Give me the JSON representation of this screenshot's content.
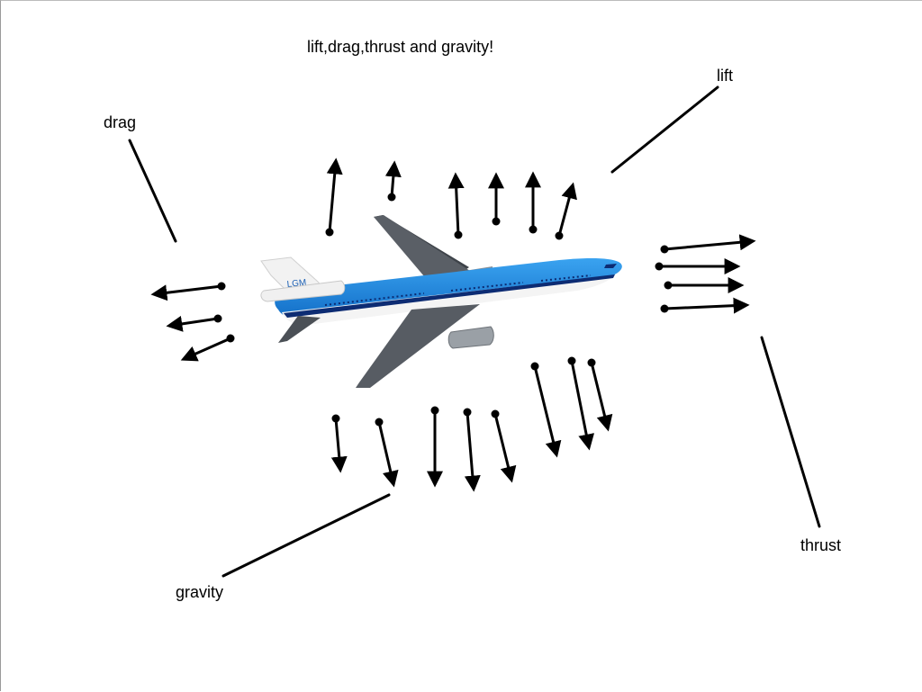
{
  "title": "lift,drag,thrust and gravity!",
  "labels": {
    "lift": "lift",
    "drag": "drag",
    "thrust": "thrust",
    "gravity": "gravity"
  },
  "airplane": {
    "tail_text": "LGM",
    "fuselage_color": "#1a84de",
    "fuselage_dark": "#0d2c73",
    "wing_color": "#5a5f66",
    "tail_color": "#f2f2f2"
  },
  "colors": {
    "arrow": "#000000",
    "text": "#000000",
    "background": "#ffffff"
  },
  "icons": [
    "airplane-icon"
  ]
}
